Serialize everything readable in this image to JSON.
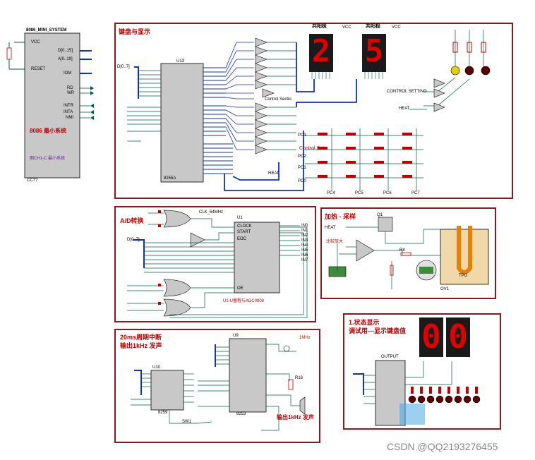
{
  "colors": {
    "panel_border": "#8b1a1a",
    "chip_fill": "#c8c8c8",
    "wire_green": "#00603a",
    "bus_blue": "#1030c0",
    "seg_red": "#e00000",
    "seg_bg": "#1a1a1a",
    "label_red": "#c00000"
  },
  "mini_system": {
    "title": "8086_MINI_SYSTEM",
    "name": "8086 最小系统",
    "subname": "图CH1-C 最小系统",
    "part": "CC7?",
    "pins_left": [
      "VCC",
      "RESET"
    ],
    "pins_right": [
      "D[0..15]",
      "A[0..19]",
      "IOM",
      "RD",
      "WR",
      "INTR",
      "INTA",
      "NMI"
    ]
  },
  "panel1": {
    "title": "键盘与显示",
    "chip_ref": "U13",
    "chip_part": "8255A",
    "bus_label": "D[0..7]",
    "ctrl_label": "Control Sectio",
    "digit1": "2",
    "digit2": "5",
    "digit1_label": "共阳极",
    "digit2_label": "共阳极",
    "vcc": "VCC",
    "control_setting": "CONTROL SETTING",
    "heat": "HEAT",
    "keypad_label": "Control Set",
    "rows": [
      "PC3",
      "PC2",
      "PC1",
      "PC0"
    ],
    "cols": [
      "PC4",
      "PC5",
      "PC6",
      "PC7"
    ]
  },
  "panel2": {
    "title": "A/D转换",
    "chip_ref": "U1",
    "chip_part": "ADC0808",
    "clock_label": "CLK_64MHz",
    "bus_label": "D[0..7]",
    "pins_left": [
      "CLOCK",
      "START",
      "EOC",
      "OE"
    ],
    "pins_right": [
      "IN0",
      "IN1",
      "IN2",
      "IN3",
      "IN4",
      "IN5",
      "IN6",
      "IN7"
    ],
    "bottom_label": "U1-U量程与ADC0808"
  },
  "panel3": {
    "title": "加热 - 采样",
    "q1": "Q1",
    "heat": "HEAT",
    "tank_label": "TPG",
    "ov1": "OV1",
    "r_label": "R8",
    "note": "比较放大"
  },
  "panel4": {
    "title": "20ms周期中断",
    "subtitle": "输出1kHz 发声",
    "chip_ref": "U9",
    "chip_part": "8253",
    "chip2_ref": "U10",
    "chip2_part": "8259",
    "freq": "1MHz",
    "buzzer_label": "输出1kHz 发声",
    "r16": "R16",
    "sw_label": "SW1"
  },
  "panel5": {
    "title": "1.状态显示",
    "subtitle": "调试用---显示键盘值",
    "chip_label": "OUTPUT",
    "digit1": "0",
    "digit2": "0"
  },
  "watermark": "CSDN @QQ2193276455"
}
